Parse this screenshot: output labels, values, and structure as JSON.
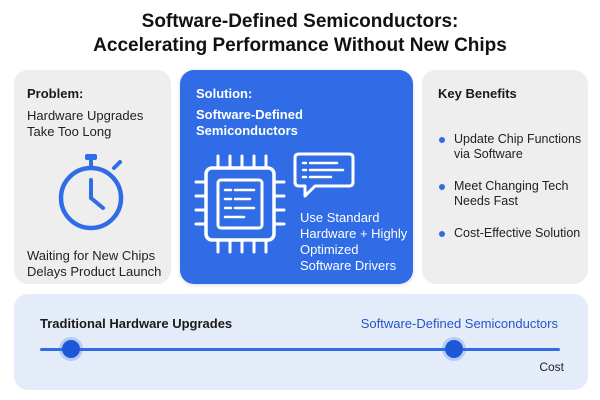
{
  "title": {
    "line1": "Software-Defined Semiconductors:",
    "line2": "Accelerating Performance Without New Chips"
  },
  "problem": {
    "heading": "Problem:",
    "description": "Hardware Upgrades Take Too Long",
    "icon": "stopwatch-icon",
    "result": "Waiting for New Chips Delays Product Launch"
  },
  "solution": {
    "heading": "Solution:",
    "subheading": "Software-Defined Semiconductors",
    "icons": [
      "chip-icon",
      "chat-bubble-icon"
    ],
    "description": "Use Standard Hardware + Highly Optimized Software Drivers"
  },
  "benefits": {
    "heading": "Key Benefits",
    "items": [
      "Update Chip Functions via Software",
      "Meet Changing Tech Needs Fast",
      "Cost-Effective Solution"
    ]
  },
  "comparison": {
    "left_label": "Traditional Hardware Upgrades",
    "right_label": "Software-Defined Semiconductors",
    "axis_label": "Cost"
  },
  "colors": {
    "accent": "#2f6ce5",
    "card_gray": "#eeeeee",
    "bottom_panel": "#e4ecfa"
  }
}
